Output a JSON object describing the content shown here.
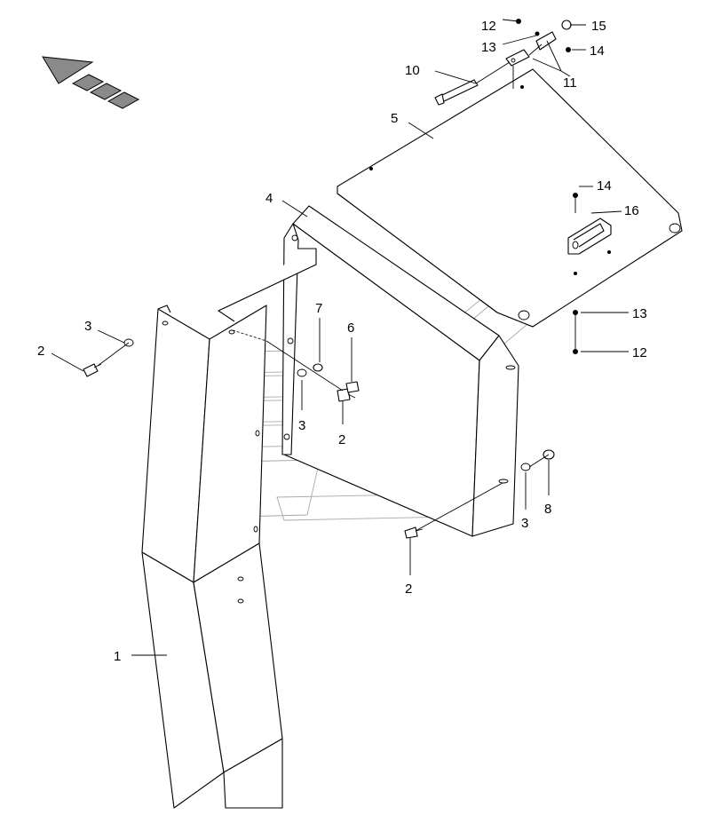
{
  "diagram": {
    "labels": {
      "l1": "1",
      "l2a": "2",
      "l2b": "2",
      "l2c": "2",
      "l3a": "3",
      "l3b": "3",
      "l3c": "3",
      "l4": "4",
      "l5": "5",
      "l6": "6",
      "l7": "7",
      "l8": "8",
      "l10": "10",
      "l11": "11",
      "l12a": "12",
      "l12b": "12",
      "l13a": "13",
      "l13b": "13",
      "l14a": "14",
      "l14b": "14",
      "l15": "15",
      "l16": "16"
    },
    "icons": [
      "direction-arrow-icon"
    ],
    "colors": {
      "line": "#000000",
      "watermark": "#a8a8a8",
      "background": "#ffffff"
    }
  }
}
